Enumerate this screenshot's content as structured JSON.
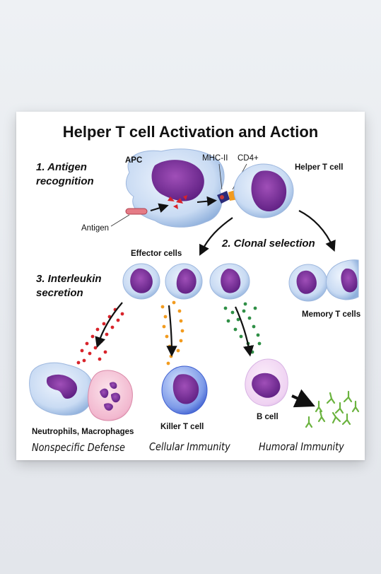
{
  "title": "Helper T cell Activation and Action",
  "steps": {
    "antigen_recognition": "1. Antigen\nrecognition",
    "clonal_selection": "2. Clonal selection",
    "interleukin_secretion": "3. Interleukin\nsecretion"
  },
  "labels": {
    "apc": "APC",
    "mhc": "MHC-II",
    "cd4": "CD4+",
    "helper": "Helper T cell",
    "antigen": "Antigen",
    "effector": "Effector cells",
    "memory": "Memory T cells",
    "neutrophils": "Neutrophils, Macrophages",
    "killer": "Killer T cell",
    "bcell": "B cell"
  },
  "categories": {
    "nonspecific": "Nonspecific Defense",
    "cellular": "Cellular Immunity",
    "humoral": "Humoral Immunity"
  },
  "colors": {
    "cell_membrane": "#c7d9f2",
    "nucleus": "#7a2f98",
    "red_dots": "#d8232a",
    "orange_dots": "#f29b1e",
    "green_dots": "#2f8f46",
    "antibody": "#6bb33f"
  }
}
